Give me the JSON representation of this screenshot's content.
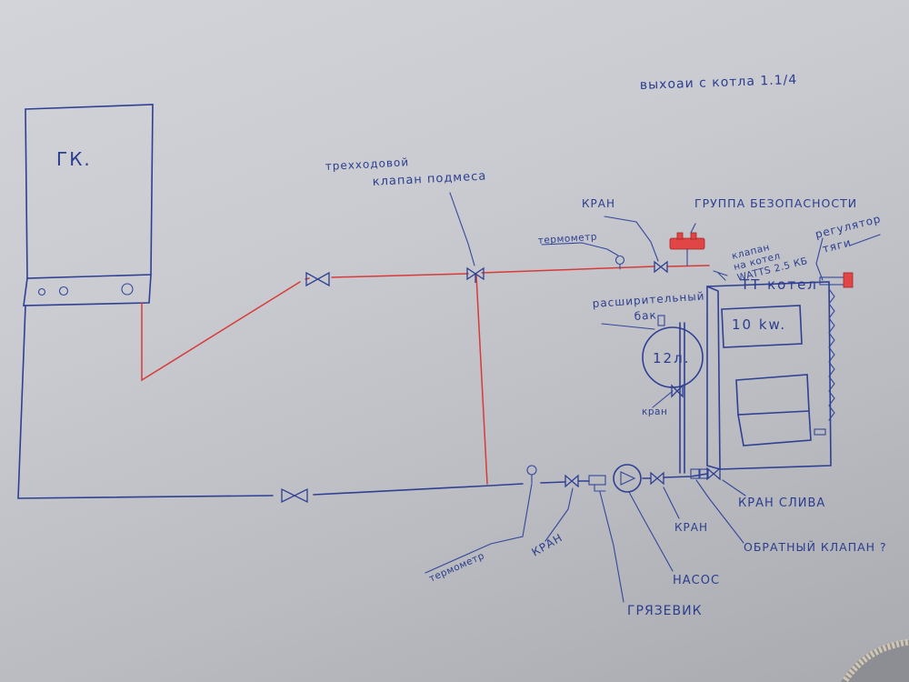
{
  "labels": {
    "outputs": "выхоаи с котла 1.1/4",
    "gas_boiler": "ГК.",
    "three_way_valve_line1": "трехходовой",
    "three_way_valve_line2": "клапан подмеса",
    "kran_top": "КРАН",
    "safety_group": "ГРУППА БЕЗОПАСНОСТИ",
    "thermometer_top": "термометр",
    "valve_on_boiler_line1": "клапан",
    "valve_on_boiler_line2": "на котел",
    "valve_on_boiler_line3": "WATTS 2.5 КБ",
    "draft_regulator_line1": "регулятор",
    "draft_regulator_line2": "тяги",
    "expansion_tank_line1": "расширительный",
    "expansion_tank_line2": "бак",
    "tank_volume": "12л.",
    "solid_fuel_boiler": "ТТ котел",
    "boiler_power": "10 kw.",
    "kran_tank": "кран",
    "kran_drain": "КРАН СЛИВА",
    "kran_pump": "КРАН",
    "check_valve": "ОБРАТНЫЙ КЛАПАН ?",
    "pump": "НАСОС",
    "mud_trap": "ГРЯЗЕВИК",
    "kran_bottom": "КРАН",
    "thermometer_bottom": "термометр"
  },
  "colors": {
    "pen_blue": "#2f3f92",
    "pipe_red": "#d83a3a",
    "paper": "#d2d4da"
  }
}
